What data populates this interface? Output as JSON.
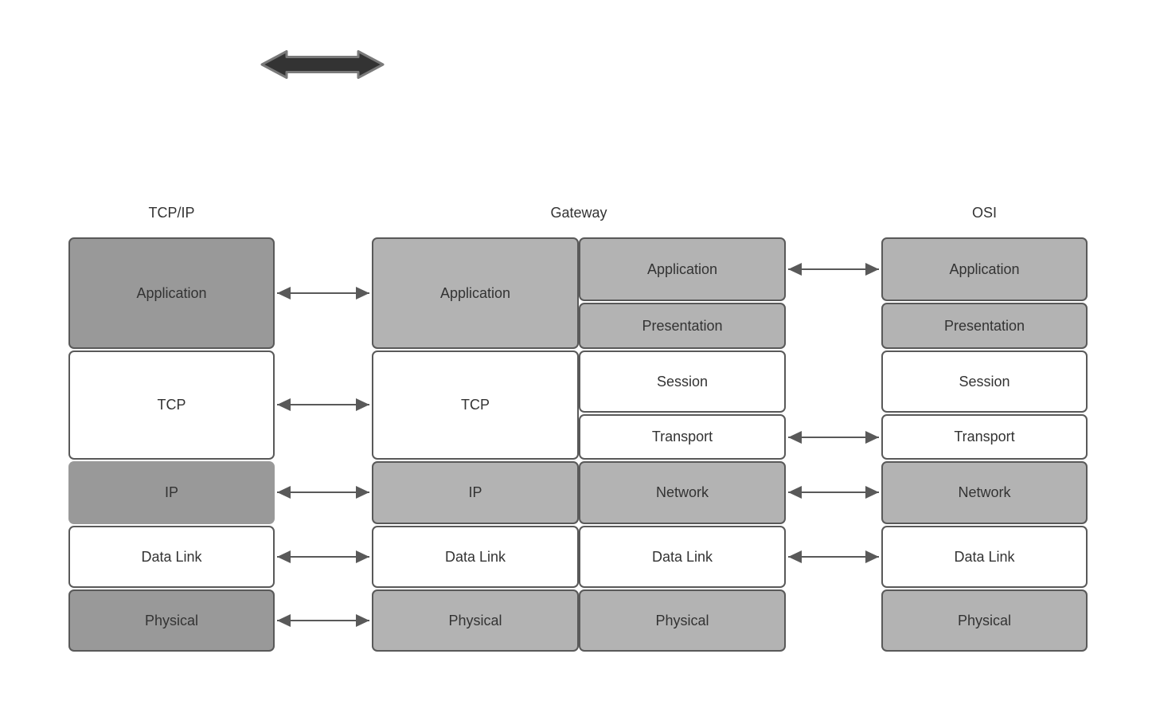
{
  "headers": {
    "tcpip": "TCP/IP",
    "gateway": "Gateway",
    "osi": "OSI"
  },
  "tcpip_stack": {
    "layers": [
      "Application",
      "TCP",
      "IP",
      "Data Link",
      "Physical"
    ]
  },
  "gateway_stack": {
    "left_layers": [
      "Application",
      "TCP",
      "IP",
      "Data Link",
      "Physical"
    ],
    "right_layers": [
      "Application",
      "Presentation",
      "Session",
      "Transport",
      "Network",
      "Data Link",
      "Physical"
    ]
  },
  "osi_stack": {
    "layers": [
      "Application",
      "Presentation",
      "Session",
      "Transport",
      "Network",
      "Data Link",
      "Physical"
    ]
  },
  "connections": {
    "tcpip_to_gateway_rows": [
      "Application",
      "TCP",
      "IP",
      "Data Link",
      "Physical"
    ],
    "gateway_to_osi_rows": [
      "Application",
      "Transport",
      "Network",
      "Data Link"
    ]
  },
  "icons": {
    "top": "double-headed-arrow-icon"
  },
  "colors": {
    "tcpip_gray_fill": "#999999",
    "gateway_osi_gray_fill": "#b3b3b3",
    "white_fill": "#ffffff",
    "box_border": "#595959",
    "connector_arrow": "#595959",
    "thick_arrow_fill": "#333333",
    "thick_arrow_outline": "#7a7a7a",
    "label_text": "#333333",
    "background": "#ffffff"
  }
}
